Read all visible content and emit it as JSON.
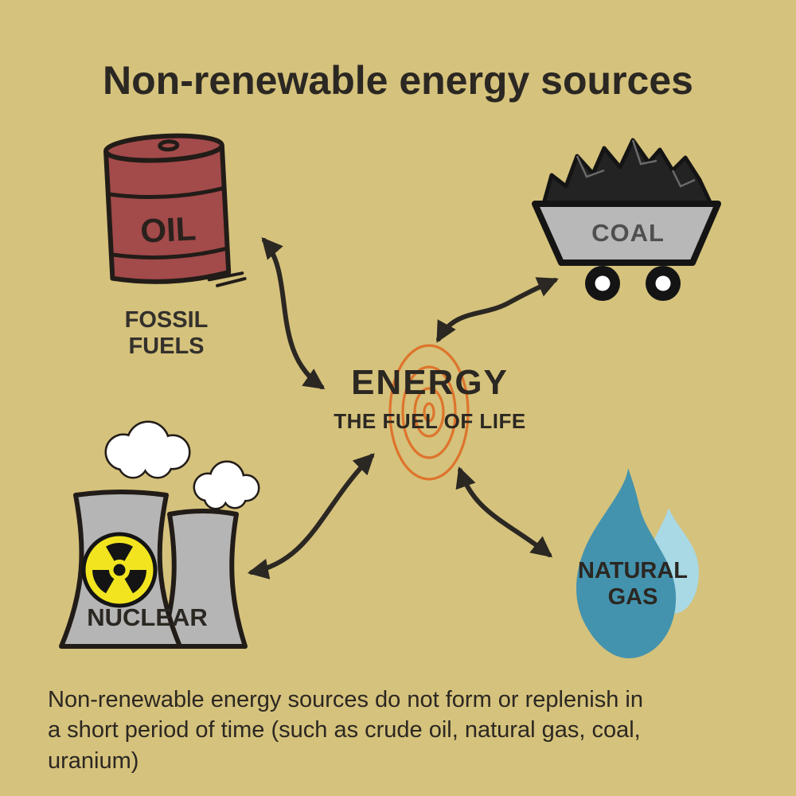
{
  "title": "Non-renewable energy sources",
  "center": {
    "heading": "ENERGY",
    "subheading": "THE FUEL OF LIFE"
  },
  "nodes": {
    "fossil_fuels": {
      "icon": "oil-barrel",
      "barrel_text": "OIL",
      "label": "FOSSIL\nFUELS"
    },
    "coal": {
      "icon": "coal-cart",
      "label": "COAL"
    },
    "nuclear": {
      "icon": "nuclear-cooling-towers",
      "label": "NUCLEAR"
    },
    "natural_gas": {
      "icon": "gas-flame",
      "label": "NATURAL\nGAS"
    }
  },
  "footer": "Non-renewable energy sources do not form or replenish in\na short period of time (such as crude oil, natural gas, coal,\nuranium)",
  "colors": {
    "background": "#d5c27c",
    "text": "#2b2722",
    "spiral": "#de742c",
    "barrel": "#a34a4a",
    "cart": "#b8b8b8",
    "coal": "#232323",
    "tower": "#b5b5b5",
    "radiation": "#f2e51f",
    "flame": "#4493ae",
    "flame_light": "#a9d9e4"
  }
}
